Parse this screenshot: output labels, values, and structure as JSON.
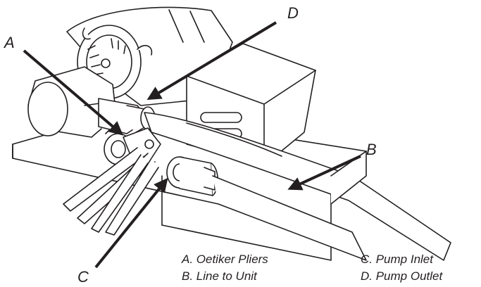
{
  "callouts": {
    "a": "A",
    "b": "B",
    "c": "C",
    "d": "D"
  },
  "legend": {
    "a": "A. Oetiker Pliers",
    "b": "B. Line to Unit",
    "c": "C. Pump Inlet",
    "d": "D. Pump Outlet"
  },
  "colors": {
    "ink": "#231f20",
    "fill": "#ffffff"
  }
}
